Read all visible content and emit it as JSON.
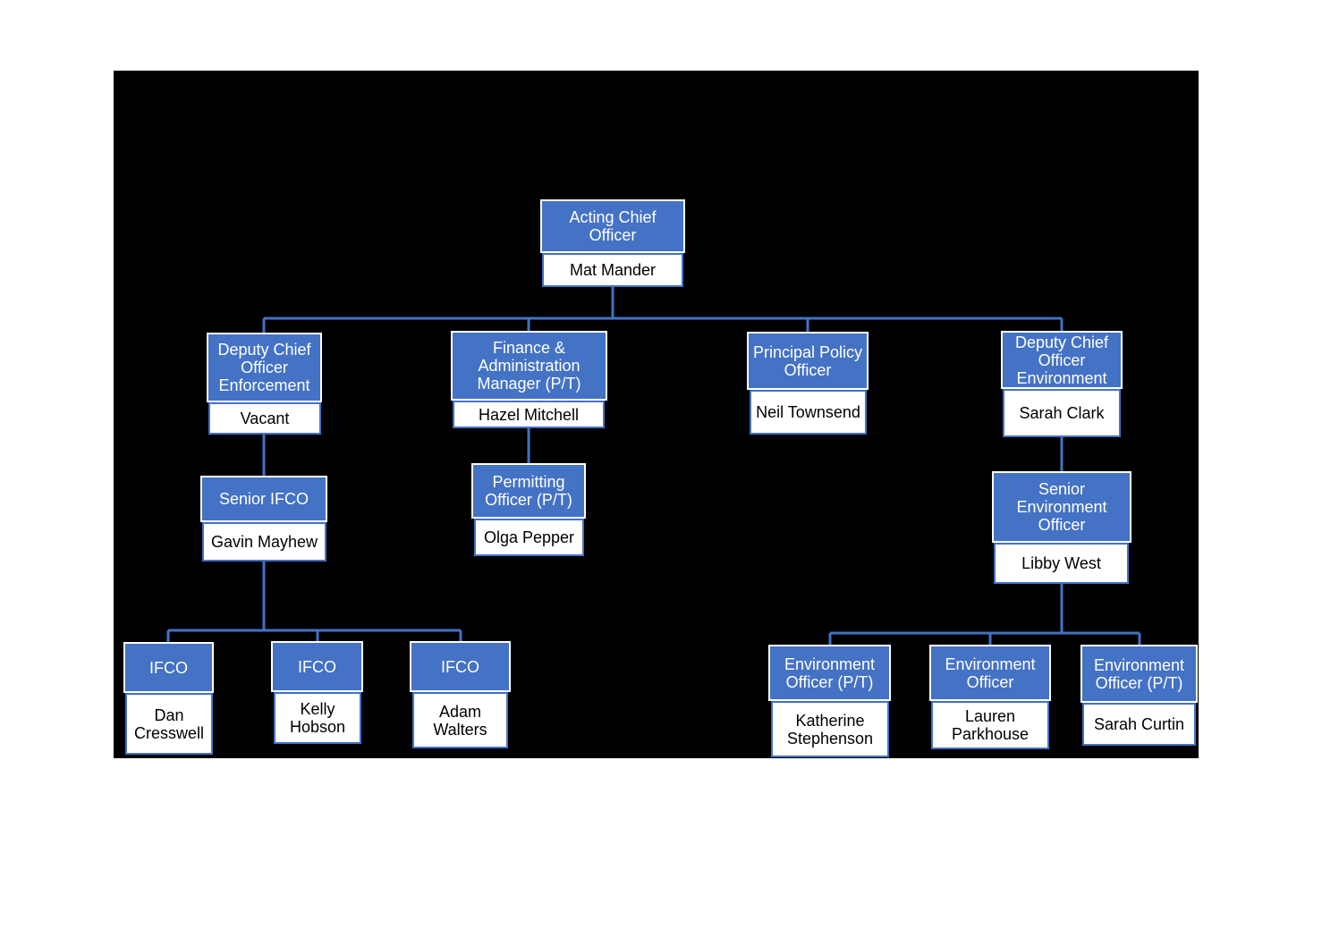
{
  "org_chart": {
    "line_color": "#4472c4",
    "role_fill": "#4472c4",
    "background": "#000000",
    "nodes": {
      "acting_chief": {
        "role": "Acting Chief Officer",
        "name": "Mat Mander"
      },
      "dco_enforcement": {
        "role": "Deputy Chief Officer Enforcement",
        "name": "Vacant"
      },
      "finance_admin": {
        "role": "Finance & Administration Manager (P/T)",
        "name": "Hazel Mitchell"
      },
      "principal_policy": {
        "role": "Principal Policy Officer",
        "name": "Neil Townsend"
      },
      "dco_environment": {
        "role": "Deputy Chief Officer Environment",
        "name": "Sarah Clark"
      },
      "senior_ifco": {
        "role": "Senior IFCO",
        "name": "Gavin Mayhew"
      },
      "permitting": {
        "role": "Permitting Officer (P/T)",
        "name": "Olga Pepper"
      },
      "senior_env": {
        "role": "Senior Environment Officer",
        "name": "Libby West"
      },
      "ifco_1": {
        "role": "IFCO",
        "name": "Dan Cresswell"
      },
      "ifco_2": {
        "role": "IFCO",
        "name": "Kelly Hobson"
      },
      "ifco_3": {
        "role": "IFCO",
        "name": "Adam Walters"
      },
      "env_1": {
        "role": "Environment Officer (P/T)",
        "name": "Katherine Stephenson"
      },
      "env_2": {
        "role": "Environment Officer",
        "name": "Lauren Parkhouse"
      },
      "env_3": {
        "role": "Environment Officer (P/T)",
        "name": "Sarah Curtin"
      }
    }
  }
}
